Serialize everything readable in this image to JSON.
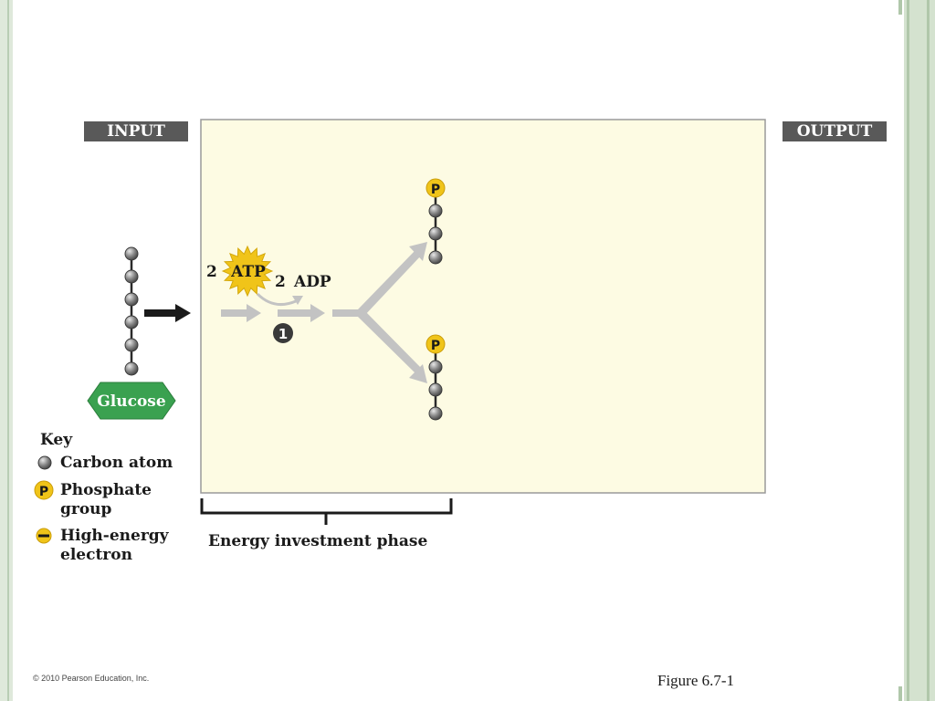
{
  "labels": {
    "input": "INPUT",
    "output": "OUTPUT",
    "glucose": "Glucose",
    "atp_count": "2",
    "atp": "ATP",
    "adp_count": "2",
    "adp": "ADP",
    "step_number": "1",
    "phosphate_symbol": "P",
    "phase": "Energy investment phase",
    "figure": "Figure 6.7-1",
    "copyright": "© 2010 Pearson Education, Inc."
  },
  "key": {
    "title": "Key",
    "carbon": "Carbon atom",
    "phosphate": "Phosphate group",
    "electron": "High-energy electron"
  },
  "colors": {
    "panel_fill": "#fdfbe3",
    "glucose_green": "#3aa150",
    "phosphate_yellow": "#f0c419",
    "carbon_gray": "#7d7d7d",
    "arrow_gray": "#c3c3c3",
    "label_box": "#595959"
  }
}
